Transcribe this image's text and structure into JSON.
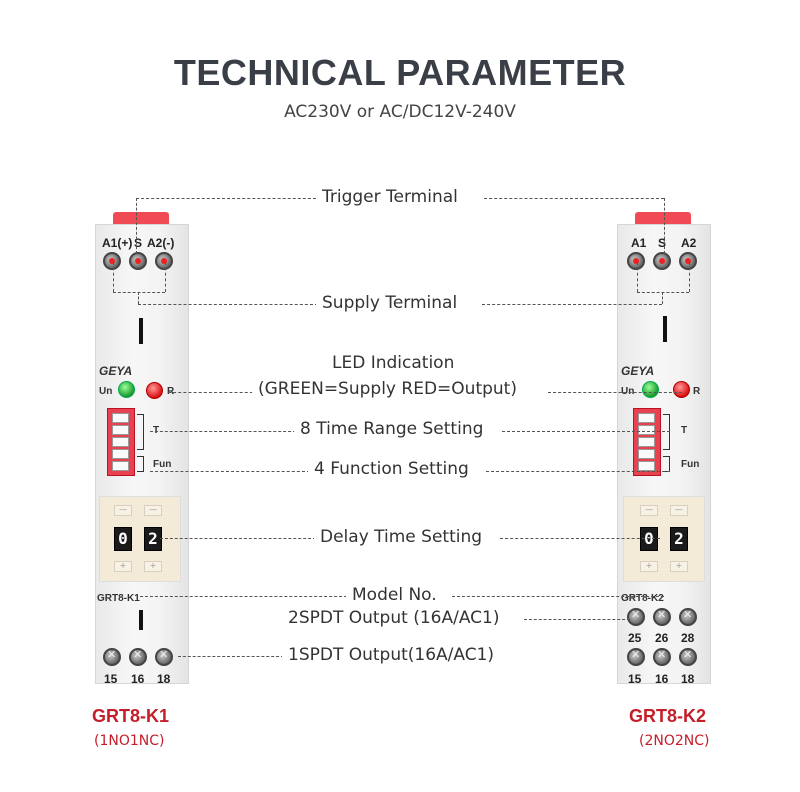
{
  "header": {
    "title": "TECHNICAL PARAMETER",
    "subtitle": "AC230V or AC/DC12V-240V"
  },
  "callouts": {
    "trigger": "Trigger Terminal",
    "supply": "Supply Terminal",
    "led_title": "LED Indication",
    "led_desc": "(GREEN=Supply   RED=Output)",
    "time_range": "8 Time Range Setting",
    "function": "4 Function Setting",
    "delay": "Delay Time Setting",
    "model_no": "Model No.",
    "out_2spdt": "2SPDT Output (16A/AC1)",
    "out_1spdt": "1SPDT Output(16A/AC1)"
  },
  "device_left": {
    "terminal_labels": [
      "A1(+)",
      "S",
      "A2(-)"
    ],
    "logo": "GEYA",
    "un": "Un",
    "r": "R",
    "t": "T",
    "fun": "Fun",
    "digits": [
      "0",
      "2"
    ],
    "model_plate": "GRT8-K1",
    "out_terms": [
      "15",
      "16",
      "18"
    ],
    "model": "GRT8-K1",
    "model_sub": "(1NO1NC)"
  },
  "device_right": {
    "terminal_labels": [
      "A1",
      "S",
      "A2"
    ],
    "logo": "GEYA",
    "un": "Un",
    "r": "R",
    "t": "T",
    "fun": "Fun",
    "digits": [
      "0",
      "2"
    ],
    "model_plate": "GRT8-K2",
    "out_terms_top": [
      "25",
      "26",
      "28"
    ],
    "out_terms": [
      "15",
      "16",
      "18"
    ],
    "model": "GRT8-K2",
    "model_sub": "(2NO2NC)"
  },
  "colors": {
    "accent_red": "#c41e2a",
    "title": "#3a3f47",
    "led_green": "#1a9a2a",
    "led_red": "#dd1111",
    "dip_red": "#e8414f"
  }
}
